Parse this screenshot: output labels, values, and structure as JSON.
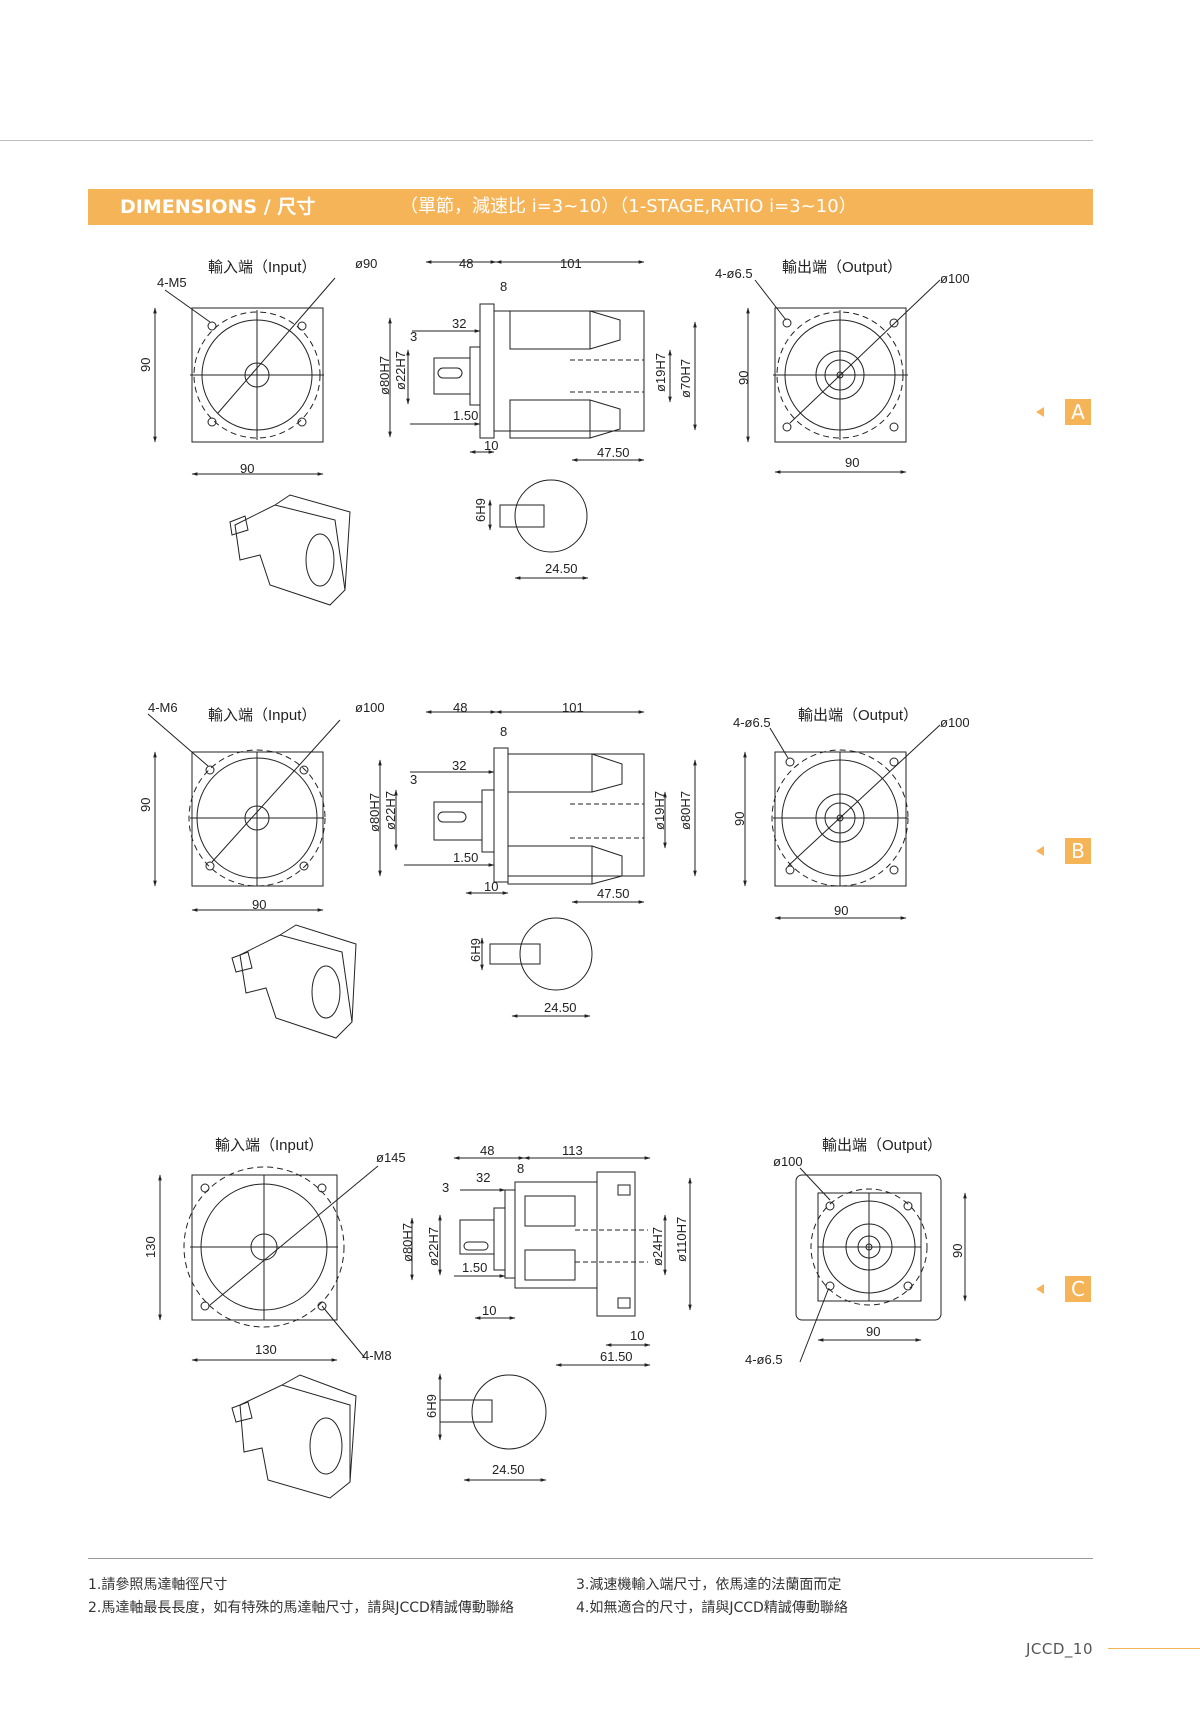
{
  "banner": {
    "title": "DIMENSIONS / 尺寸",
    "subtitle": "（單節，減速比 i=3~10）（1-STAGE,RATIO i=3~10）"
  },
  "sections": [
    {
      "marker": "A",
      "input_label": "輸入端（Input）",
      "output_label": "輸出端（Output）",
      "input": {
        "thread": "4-M5",
        "pcd": "ø90",
        "width": "90",
        "height": "90"
      },
      "side": {
        "len_input": "48",
        "len_body": "101",
        "flange": "8",
        "shaft_len": "32",
        "key": "3",
        "pilot": "ø80H7",
        "bore": "ø22H7",
        "gap": "1.50",
        "step": "10",
        "out_shaft": "ø19H7",
        "out_pilot": "ø70H7",
        "out_len": "47.50"
      },
      "key": {
        "width": "6H9",
        "depth": "24.50"
      },
      "output": {
        "holes": "4-ø6.5",
        "pcd": "ø100",
        "width": "90",
        "height": "90"
      }
    },
    {
      "marker": "B",
      "input_label": "輸入端（Input）",
      "output_label": "輸出端（Output）",
      "input": {
        "thread": "4-M6",
        "pcd": "ø100",
        "width": "90",
        "height": "90"
      },
      "side": {
        "len_input": "48",
        "len_body": "101",
        "flange": "8",
        "shaft_len": "32",
        "key": "3",
        "pilot": "ø80H7",
        "bore": "ø22H7",
        "gap": "1.50",
        "step": "10",
        "out_shaft": "ø19H7",
        "out_pilot": "ø80H7",
        "out_len": "47.50"
      },
      "key": {
        "width": "6H9",
        "depth": "24.50"
      },
      "output": {
        "holes": "4-ø6.5",
        "pcd": "ø100",
        "width": "90",
        "height": "90"
      }
    },
    {
      "marker": "C",
      "input_label": "輸入端（Input）",
      "output_label": "輸出端（Output）",
      "input": {
        "thread": "4-M8",
        "pcd": "ø145",
        "width": "130",
        "height": "130"
      },
      "side": {
        "len_input": "48",
        "len_body": "113",
        "flange": "8",
        "shaft_len": "32",
        "key": "3",
        "pilot": "ø80H7",
        "bore": "ø22H7",
        "gap": "1.50",
        "step": "10",
        "out_shaft": "ø24H7",
        "out_pilot": "ø110H7",
        "out_len": "61.50",
        "out_step": "10"
      },
      "key": {
        "width": "6H9",
        "depth": "24.50"
      },
      "output": {
        "holes": "4-ø6.5",
        "pcd": "ø100",
        "width": "90",
        "height": "90"
      }
    }
  ],
  "notes": [
    "1.請參照馬達軸徑尺寸",
    "2.馬達軸最長長度，如有特殊的馬達軸尺寸，請與JCCD精誠傳動聯絡",
    "3.減速機輸入端尺寸，依馬達的法蘭面而定",
    "4.如無適合的尺寸，請與JCCD精誠傳動聯絡"
  ],
  "footer": {
    "page": "JCCD_10"
  }
}
